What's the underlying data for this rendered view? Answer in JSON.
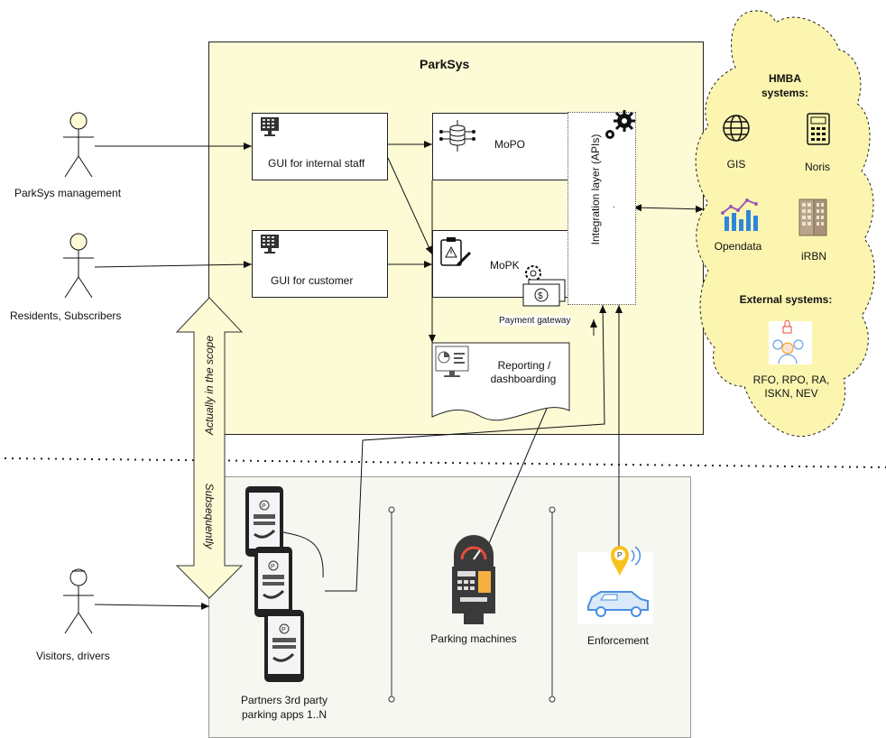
{
  "main_system": {
    "title": "ParkSys"
  },
  "actors": [
    {
      "label": "ParkSys management"
    },
    {
      "label": "Residents, Subscribers"
    },
    {
      "label": "Visitors, drivers"
    }
  ],
  "components": {
    "gui_staff": "GUI for internal staff",
    "gui_customer": "GUI for customer",
    "mopo": "MoPO",
    "mopk": "MoPK",
    "payment_gateway": "Payment gateway",
    "reporting_line1": "Reporting /",
    "reporting_line2": "dashboarding",
    "integration_layer": "Integration layer (APIs)",
    "integration_dot": "."
  },
  "scope": {
    "in_scope": "Actually in the scope",
    "subsequently": "Subsequently"
  },
  "hmba": {
    "title_line1": "HMBA",
    "title_line2": "systems:",
    "items": [
      "GIS",
      "Noris",
      "Opendata",
      "iRBN"
    ]
  },
  "external": {
    "title": "External systems:",
    "line1": "RFO, RPO, RA,",
    "line2": "ISKN, NEV"
  },
  "bottom": {
    "partners_line1": "Partners 3rd party",
    "partners_line2": "parking apps 1..N",
    "parking_machines": "Parking machines",
    "enforcement": "Enforcement"
  },
  "colors": {
    "parksys_fill": "#fdfbd6",
    "cloud_fill": "#fcf5b0",
    "arrow_fill": "#fdfbd6",
    "enforcement_pin": "#f7c21b",
    "enforcement_car": "#4a90e2",
    "line": "#222222"
  }
}
